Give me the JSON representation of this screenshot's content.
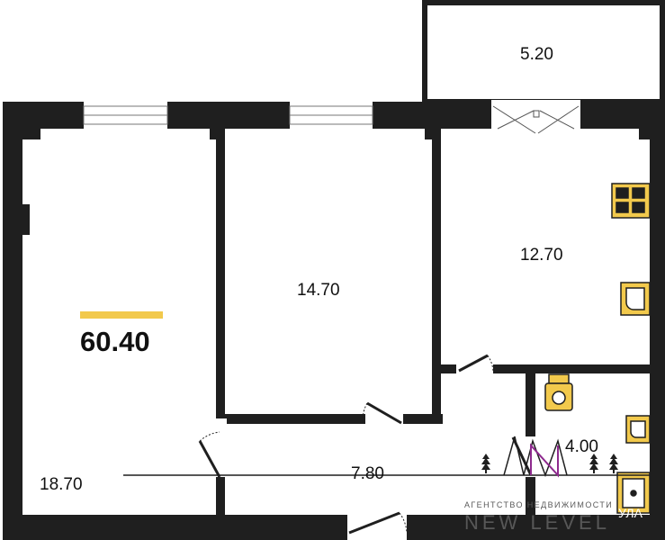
{
  "total_area": "60.40",
  "rooms": {
    "living_room": "18.70",
    "bedroom": "14.70",
    "kitchen": "12.70",
    "balcony": "5.20",
    "corridor": "7.80",
    "bathroom": "4.00"
  },
  "watermark": {
    "line1": "АГЕНТСТВО НЕДВИЖИМОСТИ",
    "line2": "NEW LEVEL",
    "suffix": "УЛА"
  },
  "colors": {
    "wall": "#1f1f1f",
    "accent": "#f2c94c",
    "fixture_fill": "#f2c94c",
    "logo": "#8e2a8e"
  }
}
